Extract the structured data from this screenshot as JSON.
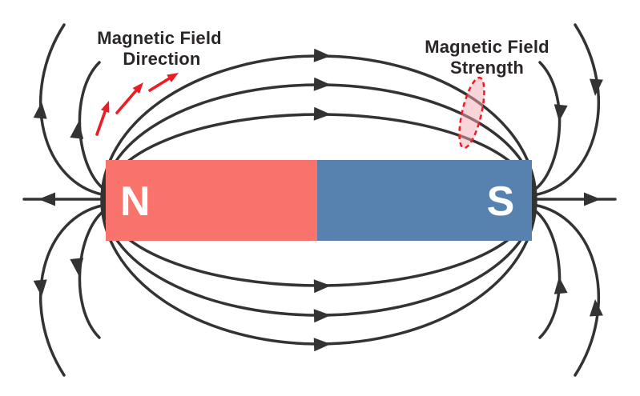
{
  "diagram": {
    "type": "bar-magnet-magnetic-field",
    "labels": {
      "direction": {
        "line1": "Magnetic Field",
        "line2": "Direction"
      },
      "strength": {
        "line1": "Magnetic Field",
        "line2": "Strength"
      }
    },
    "magnet": {
      "north": "N",
      "south": "S"
    },
    "colors": {
      "north_pole": "#F7736B",
      "south_pole": "#5782B0",
      "field_line": "#333333",
      "text": "#2B2627",
      "highlight_red": "#ED1C24",
      "strength_fill": "#F3A9B2",
      "background": "#FFFFFF"
    }
  }
}
